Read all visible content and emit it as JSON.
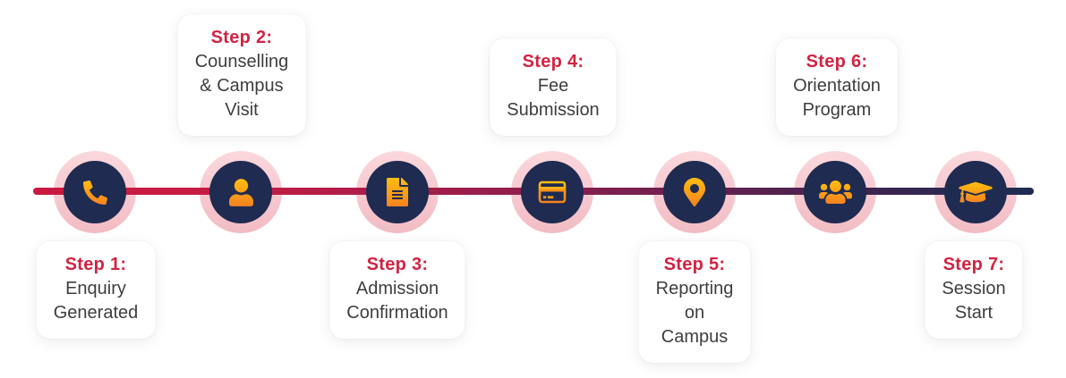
{
  "diagram_type": "admission-process-timeline",
  "steps": [
    {
      "label": "Step 1:",
      "text": "Enquiry\nGenerated",
      "icon": "phone-icon",
      "card_position": "below"
    },
    {
      "label": "Step 2:",
      "text": "Counselling\n& Campus\nVisit",
      "icon": "person-icon",
      "card_position": "above"
    },
    {
      "label": "Step 3:",
      "text": "Admission\nConfirmation",
      "icon": "document-icon",
      "card_position": "below"
    },
    {
      "label": "Step 4:",
      "text": "Fee\nSubmission",
      "icon": "credit-card-icon",
      "card_position": "above"
    },
    {
      "label": "Step 5:",
      "text": "Reporting\non\nCampus",
      "icon": "location-pin-icon",
      "card_position": "below"
    },
    {
      "label": "Step 6:",
      "text": "Orientation\nProgram",
      "icon": "users-group-icon",
      "card_position": "above"
    },
    {
      "label": "Step 7:",
      "text": "Session\nStart",
      "icon": "graduation-cap-icon",
      "card_position": "below"
    }
  ],
  "colors": {
    "step_label_red": "#D12342",
    "body_text": "#3E3E40",
    "node_ring_pink": "#F6C8CF",
    "node_inner_navy": "#1F2B50",
    "icon_gradient_top": "#FFBE0F",
    "icon_gradient_bottom": "#F58220",
    "line_gradient_start": "#C9193F",
    "line_gradient_end": "#1F2B52",
    "card_background": "#FFFFFF"
  }
}
